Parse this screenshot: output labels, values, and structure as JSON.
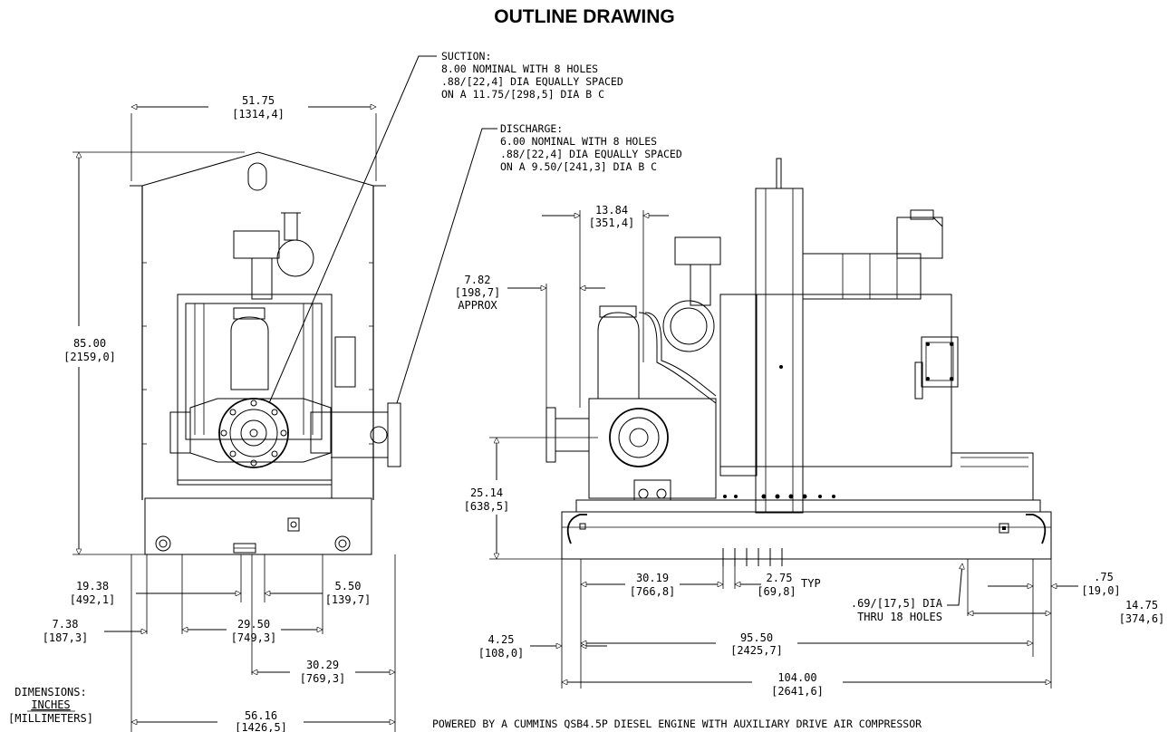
{
  "title": "OUTLINE DRAWING",
  "units_legend": {
    "line1": "DIMENSIONS:",
    "line2": "INCHES",
    "line3": "[MILLIMETERS]"
  },
  "callouts": {
    "suction": {
      "title": "SUCTION:",
      "line1": "8.00 NOMINAL WITH 8 HOLES",
      "line2": ".88/[22,4] DIA EQUALLY SPACED",
      "line3": "ON A 11.75/[298,5] DIA B C"
    },
    "discharge": {
      "title": "DISCHARGE:",
      "line1": "6.00 NOMINAL WITH 8 HOLES",
      "line2": ".88/[22,4] DIA EQUALLY SPACED",
      "line3": "ON A 9.50/[241,3] DIA B C"
    },
    "holes": {
      "line1": ".69/[17,5] DIA",
      "line2": "THRU 18 HOLES"
    }
  },
  "front_view_dims": {
    "width_top": {
      "in": "51.75",
      "mm": "[1314,4]"
    },
    "height": {
      "in": "85.00",
      "mm": "[2159,0]"
    },
    "d_19_38": {
      "in": "19.38",
      "mm": "[492,1]"
    },
    "d_5_50": {
      "in": "5.50",
      "mm": "[139,7]"
    },
    "d_7_38": {
      "in": "7.38",
      "mm": "[187,3]"
    },
    "d_29_50": {
      "in": "29.50",
      "mm": "[749,3]"
    },
    "d_30_29": {
      "in": "30.29",
      "mm": "[769,3]"
    },
    "width_overall": {
      "in": "56.16",
      "mm": "[1426,5]"
    }
  },
  "side_view_dims": {
    "d_13_84": {
      "in": "13.84",
      "mm": "[351,4]"
    },
    "d_7_82": {
      "in": "7.82",
      "mm": "[198,7]",
      "note": "APPROX"
    },
    "d_25_14": {
      "in": "25.14",
      "mm": "[638,5]"
    },
    "d_30_19": {
      "in": "30.19",
      "mm": "[766,8]"
    },
    "d_2_75": {
      "in": "2.75",
      "mm": "[69,8]",
      "note": "TYP"
    },
    "d_0_75": {
      "in": ".75",
      "mm": "[19,0]"
    },
    "d_14_75": {
      "in": "14.75",
      "mm": "[374,6]"
    },
    "d_4_25": {
      "in": "4.25",
      "mm": "[108,0]"
    },
    "d_95_50": {
      "in": "95.50",
      "mm": "[2425,7]"
    },
    "d_104_00": {
      "in": "104.00",
      "mm": "[2641,6]"
    }
  },
  "footer_note": "POWERED BY A CUMMINS QSB4.5P DIESEL ENGINE WITH AUXILIARY DRIVE AIR COMPRESSOR"
}
